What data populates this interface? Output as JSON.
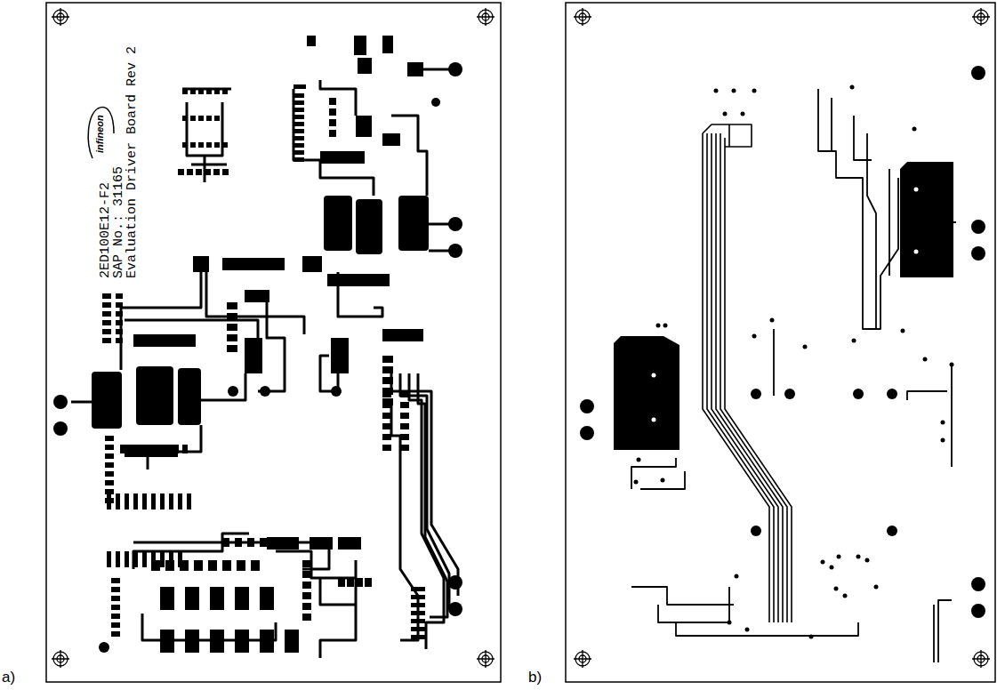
{
  "diagram": {
    "labels": [
      "2ED100E12-F2",
      "SAP No.: 31165",
      "Evaluation Driver Board Rev 2",
      "infineon",
      "a)",
      "b)"
    ]
  }
}
